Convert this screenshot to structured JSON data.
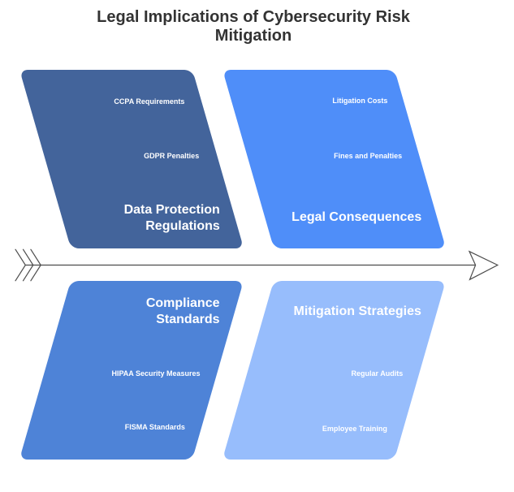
{
  "title": {
    "line1": "Legal Implications of Cybersecurity Risk",
    "line2": "Mitigation",
    "color": "#333333"
  },
  "axis": {
    "color": "#4d4d4d",
    "direction": "right"
  },
  "quadrants": [
    {
      "id": "data-protection-regulations",
      "position": "top-left",
      "title": "Data Protection\nRegulations",
      "color": "#43649B",
      "text_color": "#ffffff",
      "items": [
        "CCPA Requirements",
        "GDPR Penalties"
      ]
    },
    {
      "id": "legal-consequences",
      "position": "top-right",
      "title": "Legal Consequences",
      "color": "#4F8EF9",
      "text_color": "#ffffff",
      "items": [
        "Litigation Costs",
        "Fines and Penalties"
      ]
    },
    {
      "id": "compliance-standards",
      "position": "bottom-left",
      "title": "Compliance\nStandards",
      "color": "#4E83D7",
      "text_color": "#ffffff",
      "items": [
        "HIPAA Security Measures",
        "FISMA Standards"
      ]
    },
    {
      "id": "mitigation-strategies",
      "position": "bottom-right",
      "title": "Mitigation Strategies",
      "color": "#97BDFC",
      "text_color": "#ffffff",
      "items": [
        "Regular Audits",
        "Employee Training"
      ]
    }
  ]
}
